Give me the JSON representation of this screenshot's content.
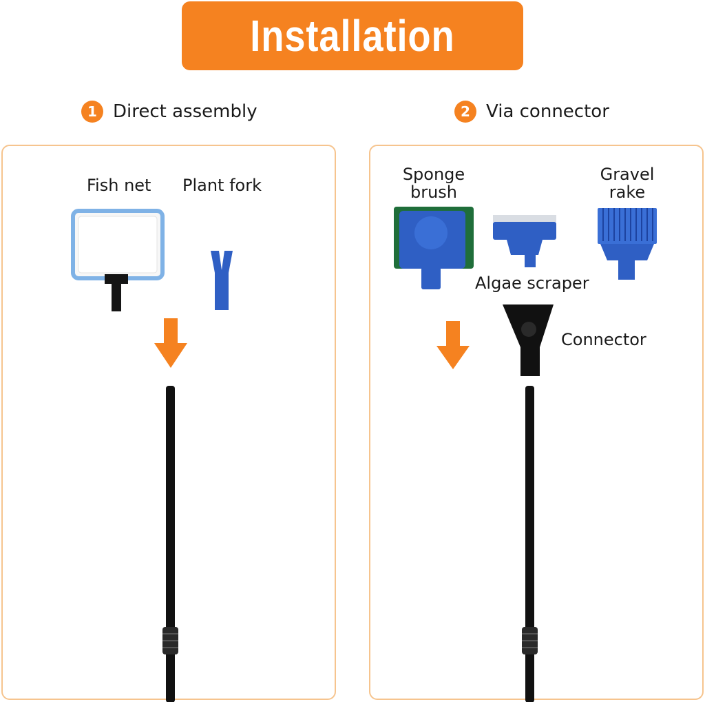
{
  "title": "Installation",
  "steps": [
    {
      "number": "1",
      "label": "Direct assembly"
    },
    {
      "number": "2",
      "label": "Via connector"
    }
  ],
  "left_panel": {
    "labels": {
      "fish_net": "Fish net",
      "plant_fork": "Plant fork"
    }
  },
  "right_panel": {
    "labels": {
      "sponge_brush": "Sponge\nbrush",
      "gravel_rake": "Gravel\nrake",
      "algae_scraper": "Algae scraper",
      "connector": "Connector"
    }
  },
  "colors": {
    "accent": "#f58220",
    "panel_border": "#f6c48e",
    "tool_blue": "#2f5fc4",
    "sponge_green": "#1f6e3a",
    "pole": "#111111"
  }
}
